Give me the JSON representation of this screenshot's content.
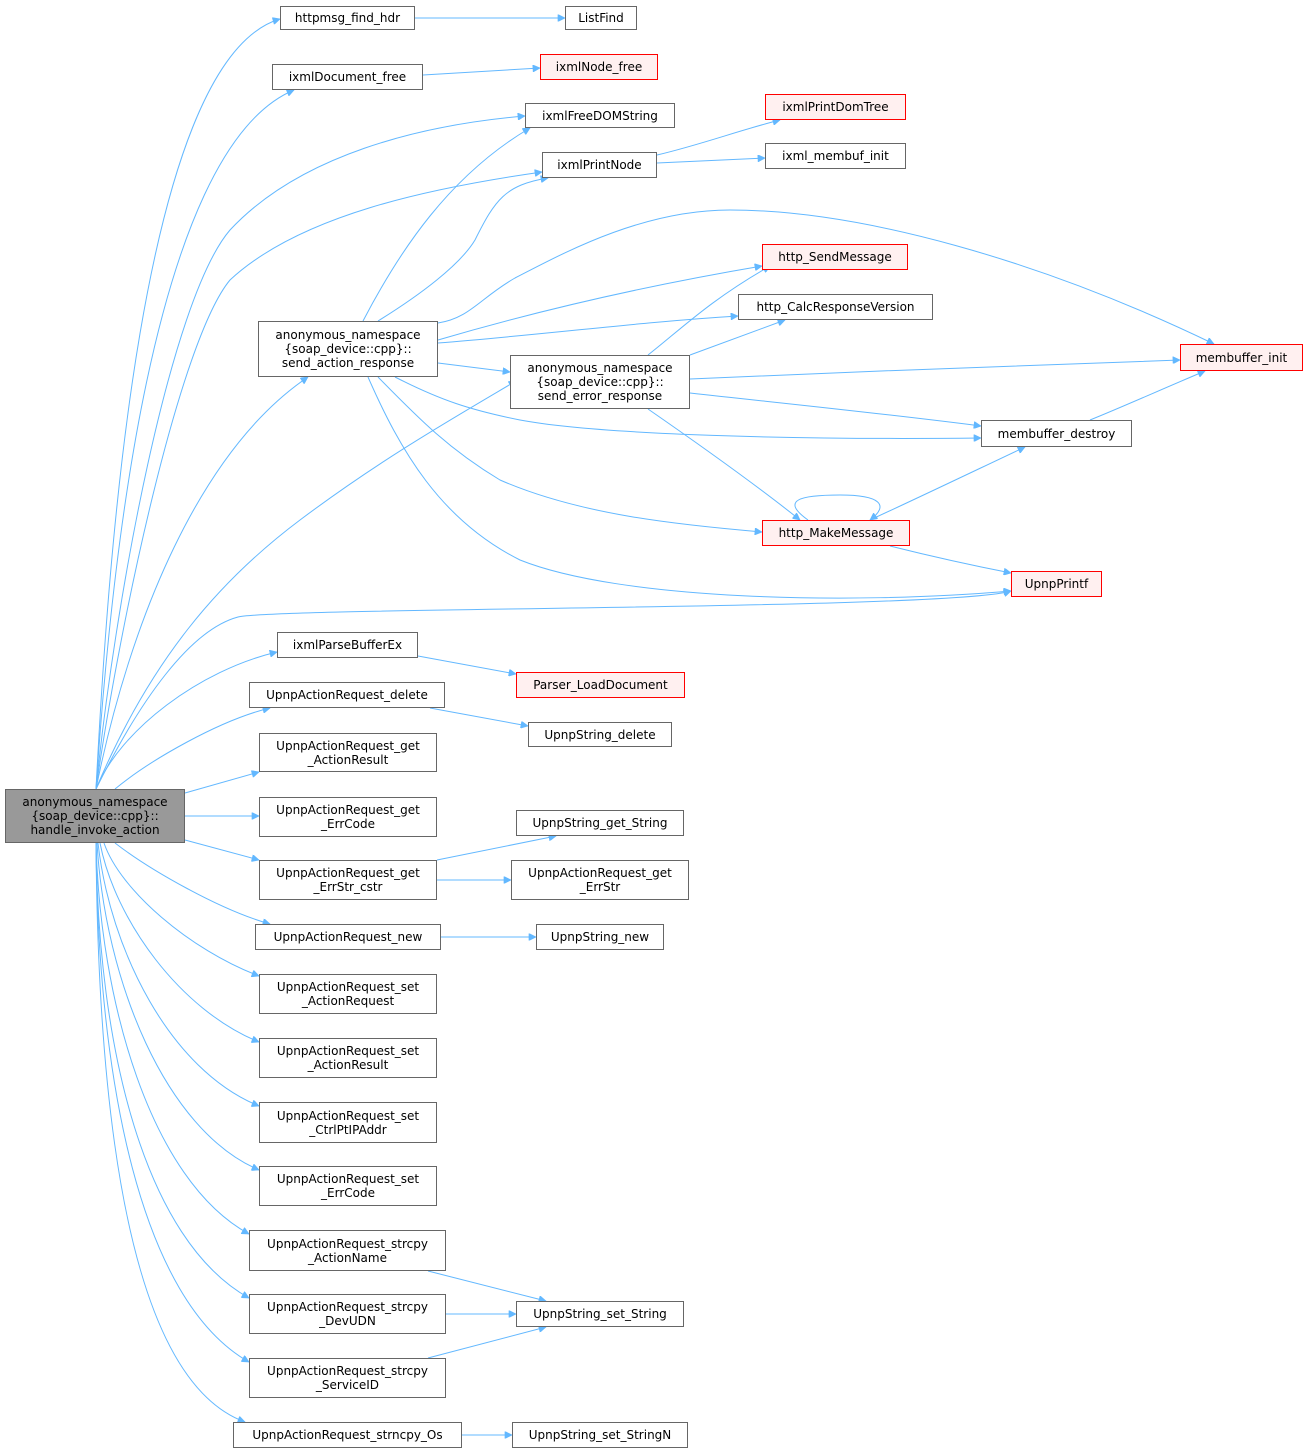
{
  "colors": {
    "edge": "#63b8ff",
    "node_border": "#666666",
    "node_fill": "#ffffff",
    "incomplete_border": "#ff0000",
    "incomplete_fill": "#fff0f0",
    "root_fill": "#999999"
  },
  "nodes": [
    {
      "id": "root",
      "lines": [
        "anonymous_namespace",
        "{soap_device::cpp}::",
        "handle_invoke_action"
      ],
      "style": "gray"
    },
    {
      "id": "httpmsg_find_hdr",
      "lines": [
        "httpmsg_find_hdr"
      ],
      "style": "normal"
    },
    {
      "id": "ListFind",
      "lines": [
        "ListFind"
      ],
      "style": "normal"
    },
    {
      "id": "ixmlDocument_free",
      "lines": [
        "ixmlDocument_free"
      ],
      "style": "normal"
    },
    {
      "id": "ixmlNode_free",
      "lines": [
        "ixmlNode_free"
      ],
      "style": "red"
    },
    {
      "id": "ixmlFreeDOMString",
      "lines": [
        "ixmlFreeDOMString"
      ],
      "style": "normal"
    },
    {
      "id": "ixmlPrintDomTree",
      "lines": [
        "ixmlPrintDomTree"
      ],
      "style": "red"
    },
    {
      "id": "ixmlPrintNode",
      "lines": [
        "ixmlPrintNode"
      ],
      "style": "normal"
    },
    {
      "id": "ixml_membuf_init",
      "lines": [
        "ixml_membuf_init"
      ],
      "style": "normal"
    },
    {
      "id": "http_SendMessage",
      "lines": [
        "http_SendMessage"
      ],
      "style": "red"
    },
    {
      "id": "http_CalcResponseVersion",
      "lines": [
        "http_CalcResponseVersion"
      ],
      "style": "normal"
    },
    {
      "id": "send_action_response",
      "lines": [
        "anonymous_namespace",
        "{soap_device::cpp}::",
        "send_action_response"
      ],
      "style": "normal"
    },
    {
      "id": "send_error_response",
      "lines": [
        "anonymous_namespace",
        "{soap_device::cpp}::",
        "send_error_response"
      ],
      "style": "normal"
    },
    {
      "id": "membuffer_init",
      "lines": [
        "membuffer_init"
      ],
      "style": "red"
    },
    {
      "id": "membuffer_destroy",
      "lines": [
        "membuffer_destroy"
      ],
      "style": "normal"
    },
    {
      "id": "http_MakeMessage",
      "lines": [
        "http_MakeMessage"
      ],
      "style": "red"
    },
    {
      "id": "UpnpPrintf",
      "lines": [
        "UpnpPrintf"
      ],
      "style": "red"
    },
    {
      "id": "ixmlParseBufferEx",
      "lines": [
        "ixmlParseBufferEx"
      ],
      "style": "normal"
    },
    {
      "id": "Parser_LoadDocument",
      "lines": [
        "Parser_LoadDocument"
      ],
      "style": "red"
    },
    {
      "id": "UpnpActionRequest_delete",
      "lines": [
        "UpnpActionRequest_delete"
      ],
      "style": "normal"
    },
    {
      "id": "UpnpString_delete",
      "lines": [
        "UpnpString_delete"
      ],
      "style": "normal"
    },
    {
      "id": "get_ActionResult",
      "lines": [
        "UpnpActionRequest_get",
        "_ActionResult"
      ],
      "style": "normal"
    },
    {
      "id": "get_ErrCode",
      "lines": [
        "UpnpActionRequest_get",
        "_ErrCode"
      ],
      "style": "normal"
    },
    {
      "id": "UpnpString_get_String",
      "lines": [
        "UpnpString_get_String"
      ],
      "style": "normal"
    },
    {
      "id": "get_ErrStr_cstr",
      "lines": [
        "UpnpActionRequest_get",
        "_ErrStr_cstr"
      ],
      "style": "normal"
    },
    {
      "id": "get_ErrStr",
      "lines": [
        "UpnpActionRequest_get",
        "_ErrStr"
      ],
      "style": "normal"
    },
    {
      "id": "UpnpActionRequest_new",
      "lines": [
        "UpnpActionRequest_new"
      ],
      "style": "normal"
    },
    {
      "id": "UpnpString_new",
      "lines": [
        "UpnpString_new"
      ],
      "style": "normal"
    },
    {
      "id": "set_ActionRequest",
      "lines": [
        "UpnpActionRequest_set",
        "_ActionRequest"
      ],
      "style": "normal"
    },
    {
      "id": "set_ActionResult",
      "lines": [
        "UpnpActionRequest_set",
        "_ActionResult"
      ],
      "style": "normal"
    },
    {
      "id": "set_CtrlPtIPAddr",
      "lines": [
        "UpnpActionRequest_set",
        "_CtrlPtIPAddr"
      ],
      "style": "normal"
    },
    {
      "id": "set_ErrCode",
      "lines": [
        "UpnpActionRequest_set",
        "_ErrCode"
      ],
      "style": "normal"
    },
    {
      "id": "strcpy_ActionName",
      "lines": [
        "UpnpActionRequest_strcpy",
        "_ActionName"
      ],
      "style": "normal"
    },
    {
      "id": "UpnpString_set_String",
      "lines": [
        "UpnpString_set_String"
      ],
      "style": "normal"
    },
    {
      "id": "strcpy_DevUDN",
      "lines": [
        "UpnpActionRequest_strcpy",
        "_DevUDN"
      ],
      "style": "normal"
    },
    {
      "id": "strcpy_ServiceID",
      "lines": [
        "UpnpActionRequest_strcpy",
        "_ServiceID"
      ],
      "style": "normal"
    },
    {
      "id": "strncpy_Os",
      "lines": [
        "UpnpActionRequest_strncpy_Os"
      ],
      "style": "normal"
    },
    {
      "id": "UpnpString_set_StringN",
      "lines": [
        "UpnpString_set_StringN"
      ],
      "style": "normal"
    }
  ],
  "edges": [
    [
      "root",
      "httpmsg_find_hdr"
    ],
    [
      "root",
      "ixmlDocument_free"
    ],
    [
      "root",
      "ixmlFreeDOMString"
    ],
    [
      "root",
      "ixmlPrintNode"
    ],
    [
      "root",
      "send_action_response"
    ],
    [
      "root",
      "send_error_response"
    ],
    [
      "root",
      "UpnpPrintf"
    ],
    [
      "root",
      "ixmlParseBufferEx"
    ],
    [
      "root",
      "UpnpActionRequest_delete"
    ],
    [
      "root",
      "get_ActionResult"
    ],
    [
      "root",
      "get_ErrCode"
    ],
    [
      "root",
      "get_ErrStr_cstr"
    ],
    [
      "root",
      "UpnpActionRequest_new"
    ],
    [
      "root",
      "set_ActionRequest"
    ],
    [
      "root",
      "set_ActionResult"
    ],
    [
      "root",
      "set_CtrlPtIPAddr"
    ],
    [
      "root",
      "set_ErrCode"
    ],
    [
      "root",
      "strcpy_ActionName"
    ],
    [
      "root",
      "strcpy_DevUDN"
    ],
    [
      "root",
      "strcpy_ServiceID"
    ],
    [
      "root",
      "strncpy_Os"
    ],
    [
      "httpmsg_find_hdr",
      "ListFind"
    ],
    [
      "ixmlDocument_free",
      "ixmlNode_free"
    ],
    [
      "ixmlPrintNode",
      "ixmlPrintDomTree"
    ],
    [
      "ixmlPrintNode",
      "ixml_membuf_init"
    ],
    [
      "send_action_response",
      "ixmlFreeDOMString"
    ],
    [
      "send_action_response",
      "ixmlPrintNode"
    ],
    [
      "send_action_response",
      "membuffer_init"
    ],
    [
      "send_action_response",
      "http_SendMessage"
    ],
    [
      "send_action_response",
      "http_CalcResponseVersion"
    ],
    [
      "send_action_response",
      "send_error_response"
    ],
    [
      "send_action_response",
      "membuffer_destroy"
    ],
    [
      "send_action_response",
      "http_MakeMessage"
    ],
    [
      "send_action_response",
      "UpnpPrintf"
    ],
    [
      "send_error_response",
      "http_SendMessage"
    ],
    [
      "send_error_response",
      "http_CalcResponseVersion"
    ],
    [
      "send_error_response",
      "membuffer_init"
    ],
    [
      "send_error_response",
      "membuffer_destroy"
    ],
    [
      "send_error_response",
      "http_MakeMessage"
    ],
    [
      "membuffer_destroy",
      "membuffer_init"
    ],
    [
      "http_MakeMessage",
      "http_MakeMessage"
    ],
    [
      "http_MakeMessage",
      "membuffer_destroy"
    ],
    [
      "http_MakeMessage",
      "UpnpPrintf"
    ],
    [
      "ixmlParseBufferEx",
      "Parser_LoadDocument"
    ],
    [
      "UpnpActionRequest_delete",
      "UpnpString_delete"
    ],
    [
      "get_ErrStr_cstr",
      "UpnpString_get_String"
    ],
    [
      "get_ErrStr_cstr",
      "get_ErrStr"
    ],
    [
      "UpnpActionRequest_new",
      "UpnpString_new"
    ],
    [
      "strcpy_ActionName",
      "UpnpString_set_String"
    ],
    [
      "strcpy_DevUDN",
      "UpnpString_set_String"
    ],
    [
      "strcpy_ServiceID",
      "UpnpString_set_String"
    ],
    [
      "strncpy_Os",
      "UpnpString_set_StringN"
    ]
  ]
}
